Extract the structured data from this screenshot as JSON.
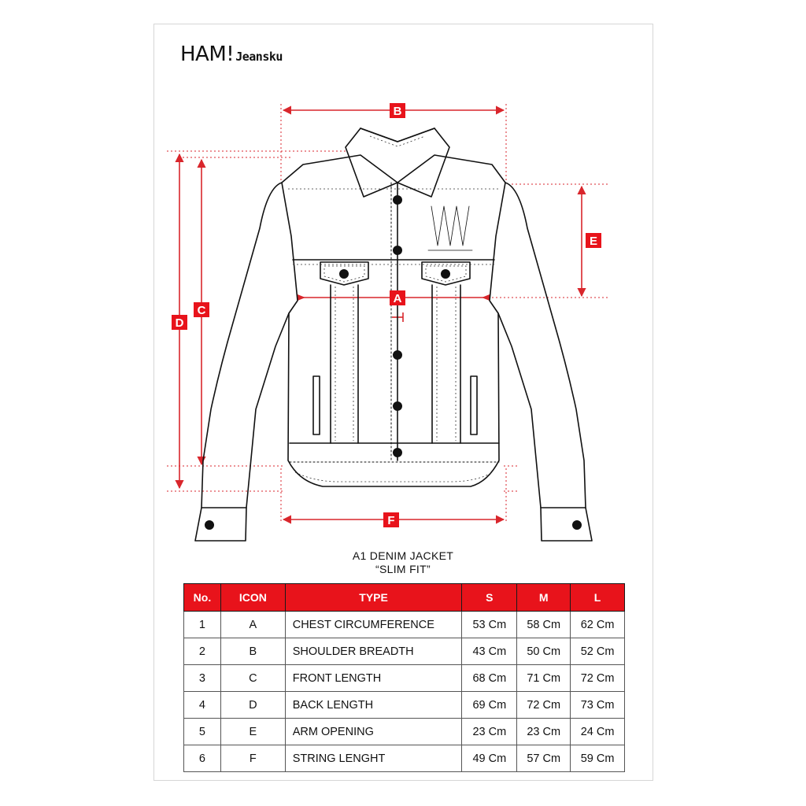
{
  "brand": {
    "name_main": "HAM!",
    "name_script": "Jeansku"
  },
  "markers": {
    "a": "A",
    "b": "B",
    "c": "C",
    "d": "D",
    "e": "E",
    "f": "F"
  },
  "colors": {
    "accent": "#e8131b",
    "line": "#111111",
    "dim": "#d9262c"
  },
  "product": {
    "name": "A1 DENIM JACKET",
    "fit": "“SLIM FIT”"
  },
  "size_table": {
    "headers": [
      "No.",
      "ICON",
      "TYPE",
      "S",
      "M",
      "L"
    ],
    "rows": [
      {
        "no": "1",
        "icon": "A",
        "type": "CHEST CIRCUMFERENCE",
        "s": "53 Cm",
        "m": "58 Cm",
        "l": "62 Cm"
      },
      {
        "no": "2",
        "icon": "B",
        "type": "SHOULDER BREADTH",
        "s": "43 Cm",
        "m": "50 Cm",
        "l": "52 Cm"
      },
      {
        "no": "3",
        "icon": "C",
        "type": "FRONT LENGTH",
        "s": "68 Cm",
        "m": "71 Cm",
        "l": "72 Cm"
      },
      {
        "no": "4",
        "icon": "D",
        "type": "BACK LENGTH",
        "s": "69 Cm",
        "m": "72 Cm",
        "l": "73 Cm"
      },
      {
        "no": "5",
        "icon": "E",
        "type": "ARM OPENING",
        "s": "23 Cm",
        "m": "23 Cm",
        "l": "24 Cm"
      },
      {
        "no": "6",
        "icon": "F",
        "type": "STRING LENGHT",
        "s": "49 Cm",
        "m": "57 Cm",
        "l": "59 Cm"
      }
    ]
  }
}
